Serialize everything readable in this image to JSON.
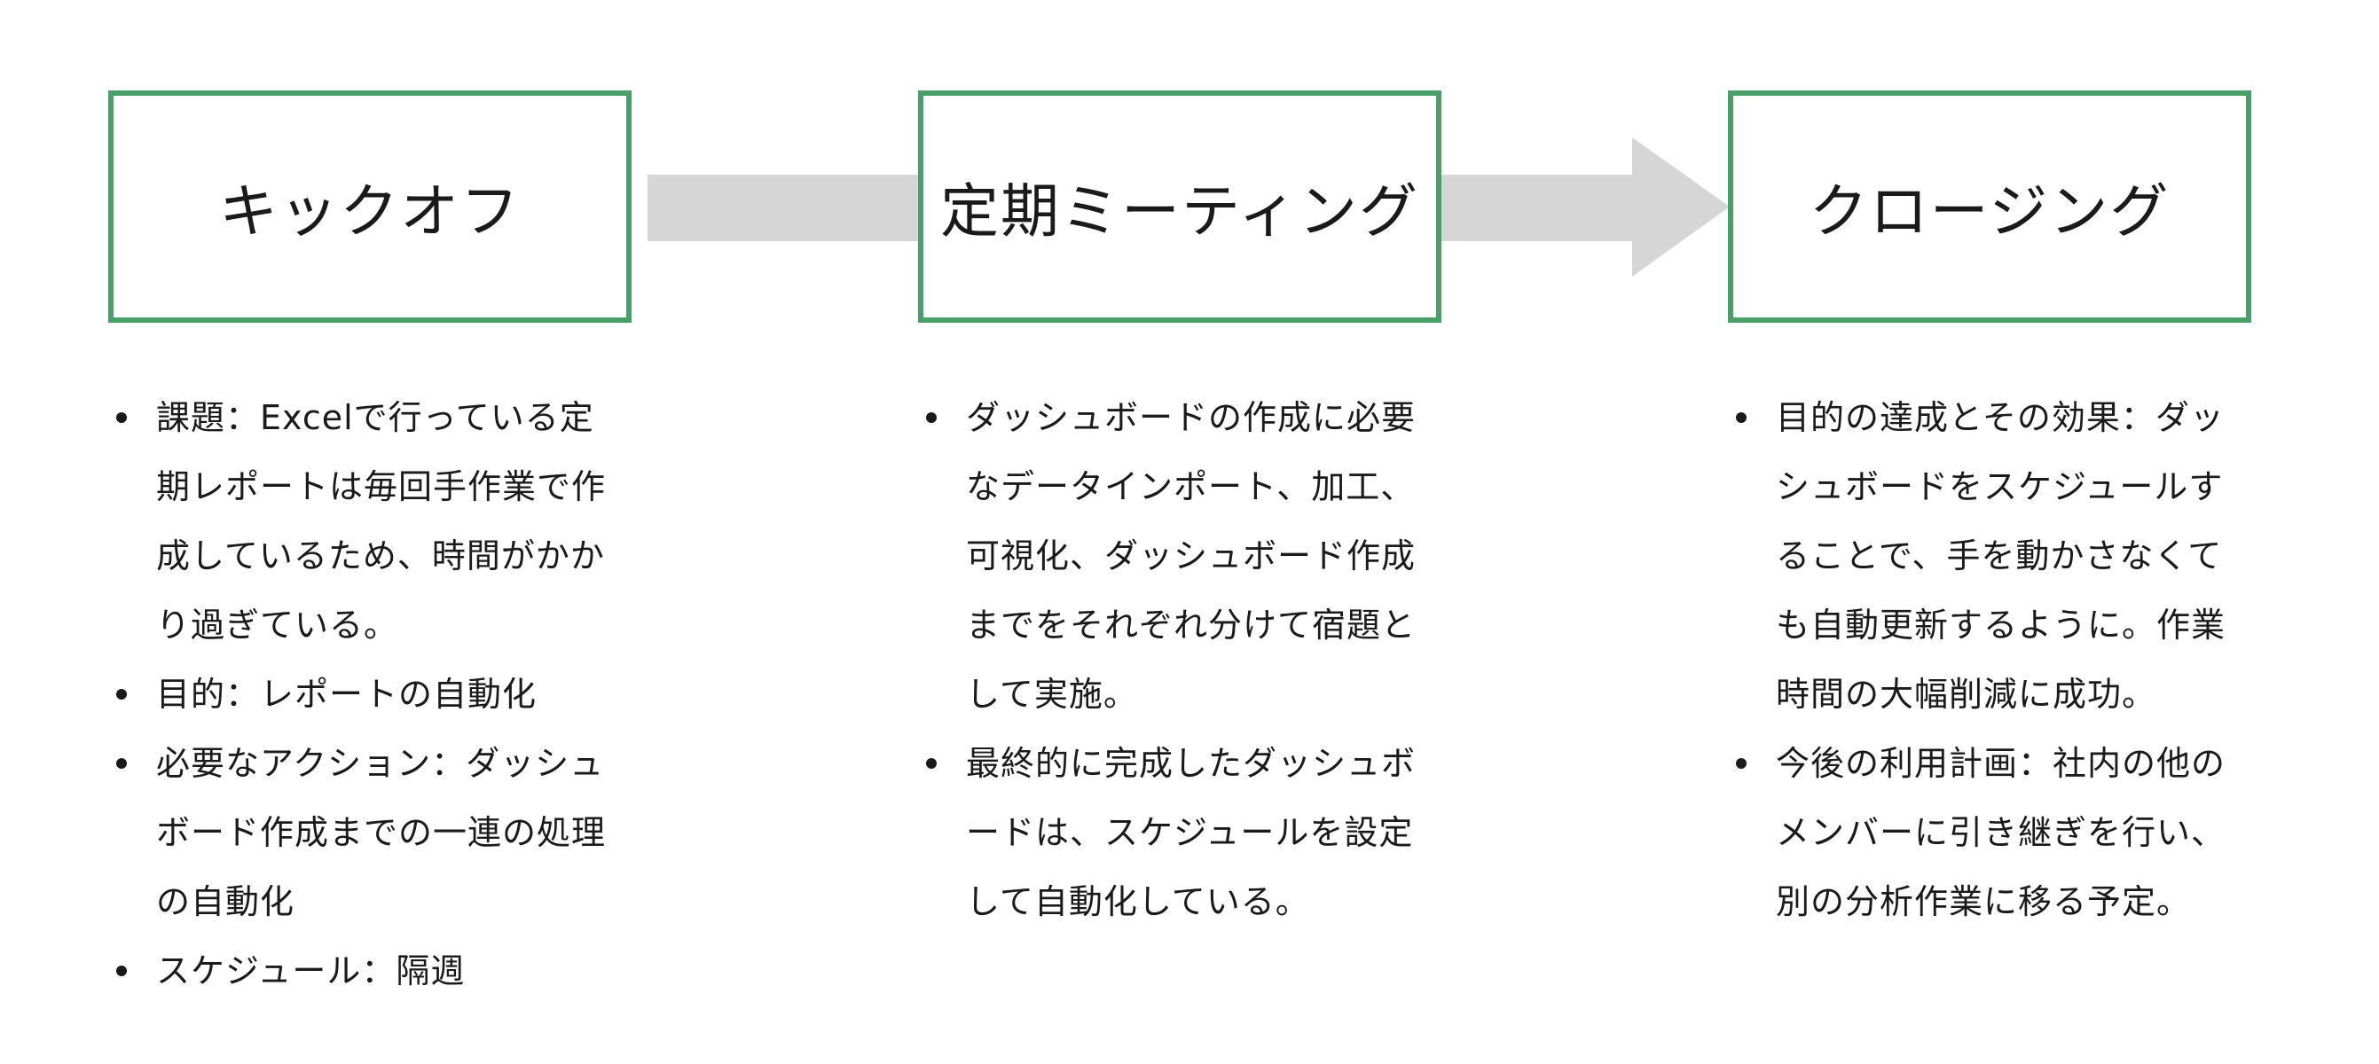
{
  "colors": {
    "box_border": "#4a9e6a",
    "arrow": "#d6d6d6",
    "text": "#1a1a1a"
  },
  "stages": [
    {
      "title": "キックオフ",
      "notes": [
        "課題：Excelで行っている定期レポートは毎回手作業で作成しているため、時間がかかり過ぎている。",
        "目的：レポートの自動化",
        "必要なアクション：ダッシュボード作成までの一連の処理の自動化",
        "スケジュール：隔週"
      ]
    },
    {
      "title": "定期ミーティング",
      "notes": [
        "ダッシュボードの作成に必要なデータインポート、加工、可視化、ダッシュボード作成までをそれぞれ分けて宿題として実施。",
        "最終的に完成したダッシュボードは、スケジュールを設定して自動化している。"
      ]
    },
    {
      "title": "クロージング",
      "notes": [
        "目的の達成とその効果：ダッシュボードをスケジュールすることで、手を動かさなくても自動更新するように。作業時間の大幅削減に成功。",
        "今後の利用計画：社内の他のメンバーに引き継ぎを行い、別の分析作業に移る予定。"
      ]
    }
  ]
}
